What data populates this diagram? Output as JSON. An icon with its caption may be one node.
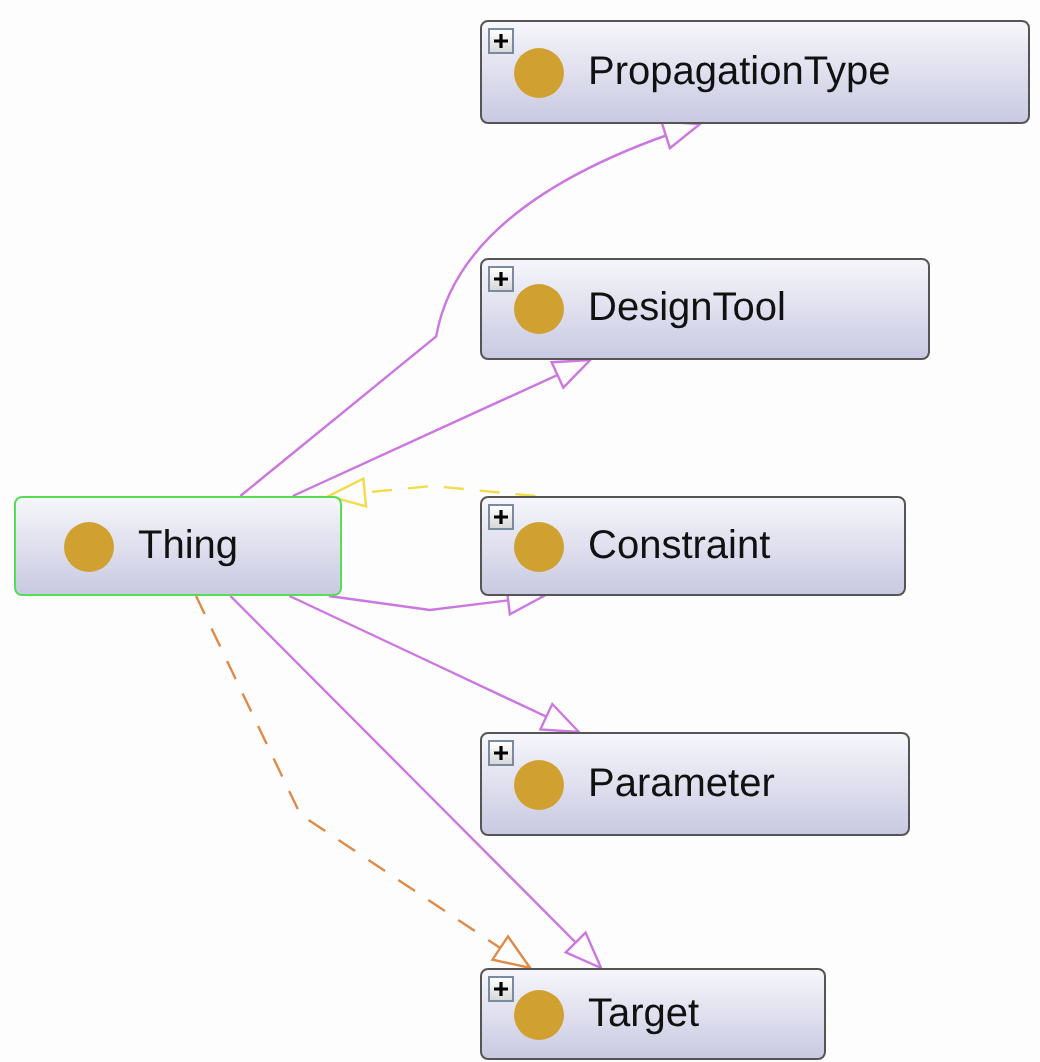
{
  "diagram": {
    "nodes": [
      {
        "text": [
          "Thing"
        ]
      },
      {
        "text": [
          "PropagationType"
        ]
      },
      {
        "text": [
          "DesignTool"
        ]
      },
      {
        "text": [
          "Constraint"
        ]
      },
      {
        "text": [
          "Parameter"
        ]
      },
      {
        "text": [
          "Target"
        ]
      }
    ],
    "edges": [
      {
        "from": 0,
        "to": 1,
        "arrow": "to"
      },
      {
        "from": 0,
        "to": 2,
        "arrow": "to"
      },
      {
        "from": 3,
        "to": 0,
        "arrow": "to",
        "style": "dashed",
        "color": "#f2dc4a"
      },
      {
        "from": 0,
        "to": 3,
        "arrow": "to"
      },
      {
        "from": 0,
        "to": 4,
        "arrow": "to"
      },
      {
        "from": 0,
        "to": 5,
        "arrow": "to"
      },
      {
        "from": 0,
        "to": 5,
        "arrow": "to",
        "style": "dashed",
        "color": "#e08a48"
      }
    ]
  }
}
